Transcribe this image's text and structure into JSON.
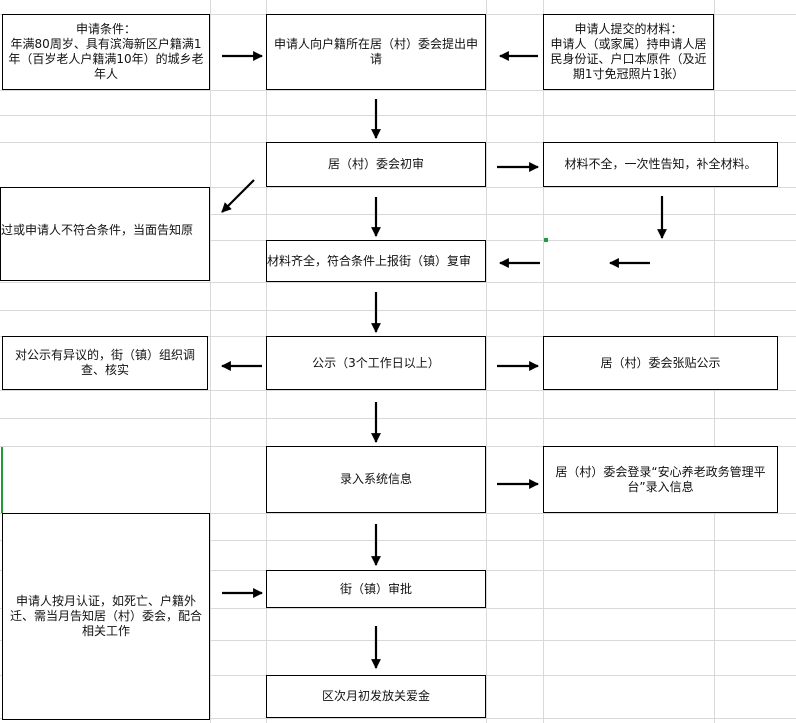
{
  "diagram": {
    "nodes": {
      "cond": "申请条件：\n年满80周岁、具有滨海新区户籍满1年（百岁老人户籍满10年）的城乡老年人",
      "apply": "申请人向户籍所在居（村）委会提出申请",
      "materials": "申请人提交的材料：\n申请人（或家属）持申请人居民身份证、户口本原件（及近期1寸免冠照片1张）",
      "prelim": "居（村）委会初审",
      "incomplete": "材料不全，一次性告知，补全材料。",
      "reject": "过或申请人不符合条件，当面告知原",
      "report": "材料齐全，符合条件上报街（镇）复审",
      "objection": "对公示有异议的，街（镇）组织调查、核实",
      "publicity": "公示（3个工作日以上）",
      "post": "居（村）委会张贴公示",
      "entry": "录入系统信息",
      "login": "居（村）委会登录“安心养老政务管理平台”录入信息",
      "monthly": "申请人按月认证，如死亡、户籍外迁、需当月告知居（村）委会，配合相关工作",
      "approve": "街（镇）审批",
      "payout": "区次月初发放关爱金"
    }
  }
}
